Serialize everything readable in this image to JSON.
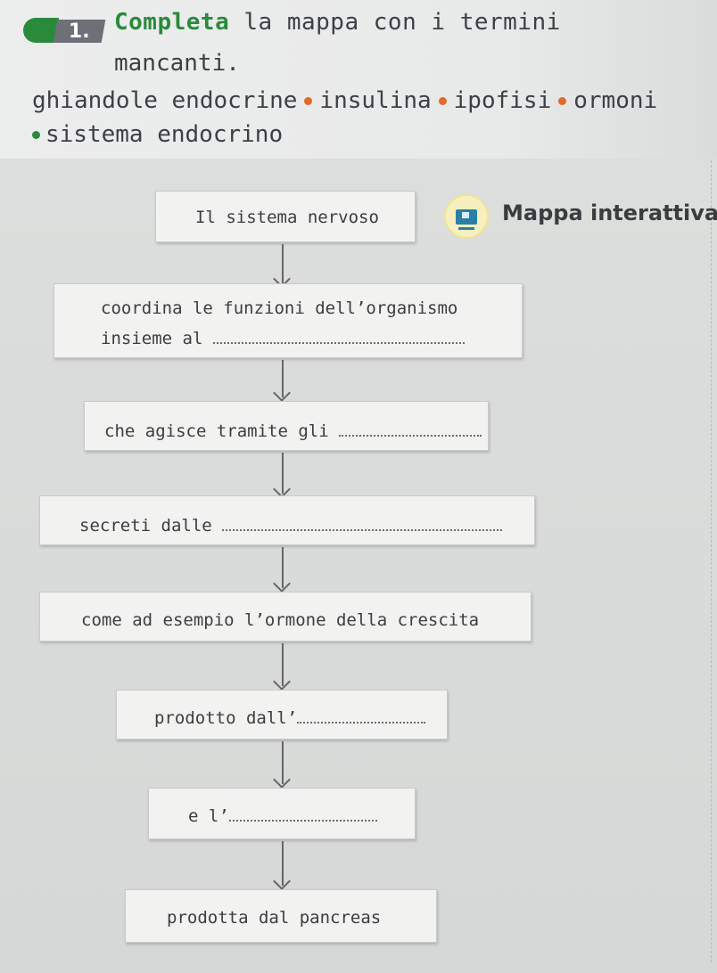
{
  "exercise": {
    "number": "1.",
    "title_accent": "Completa",
    "title_rest": " la mappa con i termini",
    "title_line2": "mancanti.",
    "words": [
      "ghiandole endocrine",
      "insulina",
      "ipofisi",
      "ormoni",
      "sistema endocrino"
    ]
  },
  "interactive": {
    "label": "Mappa interattiva",
    "icon": "monitor-icon"
  },
  "map": {
    "box1": "Il sistema nervoso",
    "box2_line1": "coordina le funzioni dell’organismo",
    "box2_line2": "insieme al",
    "box3": "che agisce tramite gli",
    "box4": "secreti dalle",
    "box5": "come ad esempio l’ormone della crescita",
    "box6": "prodotto dall’",
    "box7": "e l’",
    "box8": "prodotta dal pancreas"
  },
  "colors": {
    "accent_green": "#2a8a3b",
    "bullet_orange": "#e06a2a"
  }
}
